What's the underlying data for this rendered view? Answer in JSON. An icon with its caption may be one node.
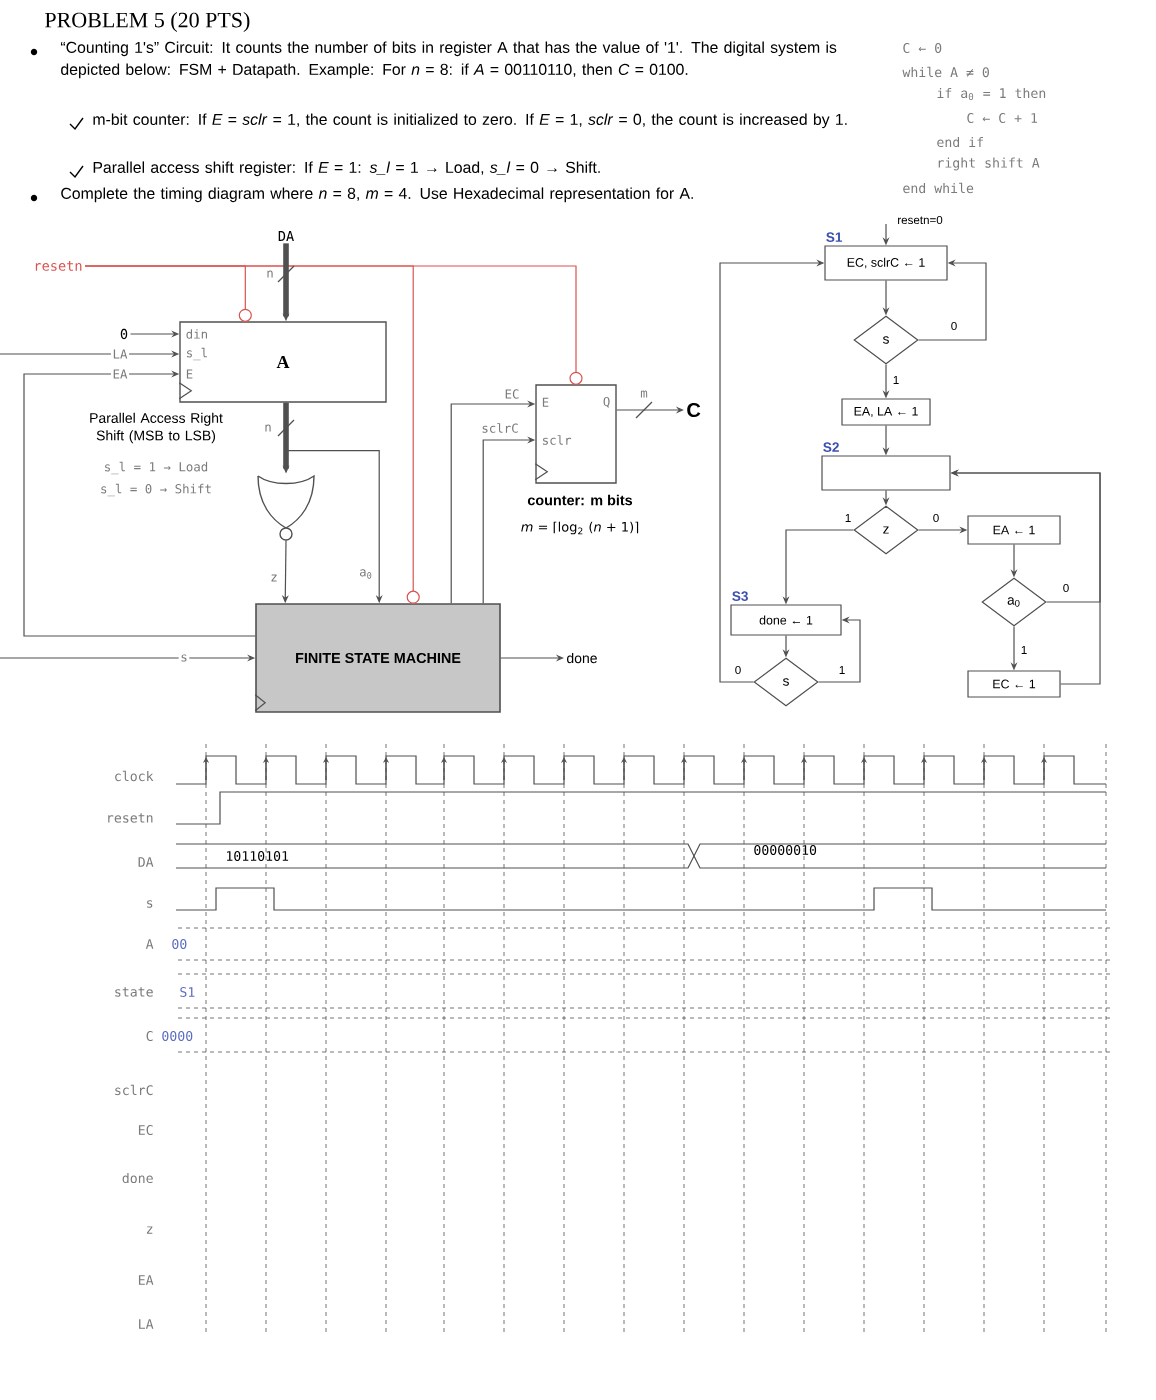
{
  "diagram": {
    "title": "PROBLEM 5 (20 PTS)",
    "nodes": [
      {
        "text": [
          "din",
          "s_l",
          "E",
          "A"
        ],
        "beside": [
          "Parallel Access Right Shift (MSB to LSB)",
          "s_l = 1 → Load",
          "s_l = 0 → Shift"
        ]
      },
      {
        "text": [
          "0"
        ]
      },
      {
        "text": [
          "resetn"
        ]
      },
      {
        "text": [
          "DA"
        ]
      },
      {
        "text": [],
        "shape": "gate"
      },
      {
        "text": [
          "E",
          "Q",
          "sclr"
        ],
        "beside": [
          "counter: m bits",
          "*m* = ⌈log$_{2}$ (*n* + 1)⌉"
        ]
      },
      {
        "text": [
          "C"
        ]
      },
      {
        "text": [
          "FINITE STATE MACHINE"
        ]
      },
      {
        "text": [
          "done"
        ]
      },
      {
        "text": [
          "S1",
          "EC, sclrC ← 1"
        ]
      },
      {
        "text": [
          "s"
        ]
      },
      {
        "text": [
          "EA, LA ← 1"
        ]
      },
      {
        "text": [
          "S2"
        ]
      },
      {
        "text": [
          "z"
        ]
      },
      {
        "text": [
          "EA ← 1"
        ]
      },
      {
        "text": [
          "a$_{0}$"
        ]
      },
      {
        "text": [
          "EC ← 1"
        ]
      },
      {
        "text": [
          "S3",
          "done ← 1"
        ]
      },
      {
        "text": [
          "s"
        ]
      }
    ],
    "edges": [
      {
        "from": 2,
        "to": 0,
        "arrow": "none",
        "color": "#d9534f"
      },
      {
        "from": 2,
        "to": 5,
        "arrow": "none",
        "color": "#d9534f"
      },
      {
        "from": 2,
        "to": 7,
        "arrow": "none",
        "color": "#d9534f"
      },
      {
        "from": 3,
        "to": 0,
        "arrow": "to",
        "label": "n",
        "style": "thick"
      },
      {
        "from": 1,
        "to": 0,
        "arrow": "to"
      },
      {
        "from": null,
        "to": 0,
        "arrow": "to",
        "label": "LA"
      },
      {
        "from": 7,
        "to": 0,
        "arrow": "to",
        "label": "EA"
      },
      {
        "from": 0,
        "to": 4,
        "arrow": "to",
        "label": "n",
        "style": "thick"
      },
      {
        "from": 0,
        "to": 7,
        "arrow": "to",
        "label": "a$_{0}$"
      },
      {
        "from": 4,
        "to": 7,
        "arrow": "to",
        "label": "z"
      },
      {
        "from": 7,
        "to": 5,
        "arrow": "to",
        "label": "EC"
      },
      {
        "from": 7,
        "to": 5,
        "arrow": "to",
        "label": "sclrC"
      },
      {
        "from": 5,
        "to": 6,
        "arrow": "to",
        "label": "m"
      },
      {
        "from": 7,
        "to": 8,
        "arrow": "to"
      },
      {
        "from": null,
        "to": 7,
        "arrow": "to",
        "label": "s"
      },
      {
        "from": null,
        "to": 9,
        "arrow": "to",
        "label": "resetn=0"
      },
      {
        "from": 9,
        "to": 10,
        "arrow": "to"
      },
      {
        "from": 10,
        "to": 9,
        "arrow": "to",
        "label": "0"
      },
      {
        "from": 10,
        "to": 11,
        "arrow": "to",
        "label": "1"
      },
      {
        "from": 11,
        "to": 12,
        "arrow": "to"
      },
      {
        "from": 12,
        "to": 13,
        "arrow": "to"
      },
      {
        "from": 13,
        "to": 17,
        "arrow": "to",
        "label": "1"
      },
      {
        "from": 13,
        "to": 14,
        "arrow": "to",
        "label": "0"
      },
      {
        "from": 14,
        "to": 15,
        "arrow": "to"
      },
      {
        "from": 15,
        "to": 12,
        "arrow": "to",
        "label": "0"
      },
      {
        "from": 15,
        "to": 16,
        "arrow": "to",
        "label": "1"
      },
      {
        "from": 16,
        "to": 12,
        "arrow": "to"
      },
      {
        "from": 17,
        "to": 18,
        "arrow": "to"
      },
      {
        "from": 18,
        "to": 17,
        "arrow": "to",
        "label": "1"
      },
      {
        "from": 18,
        "to": 9,
        "arrow": "to",
        "label": "0"
      }
    ],
    "labels": [
      "“Counting 1's” Circuit: It counts the number of bits in register A that has the value of '1'. The digital system is depicted below: FSM + Datapath. Example: For *n* = 8: if *A* = 00110110, then *C* = 0100.",
      "m-bit counter: If *E* = *sclr* = 1, the count is initialized to zero. If *E* = 1, *sclr* = 0, the count is increased by 1.",
      "Parallel access shift register: If *E* = 1: *s_l* = 1 → Load, *s_l* = 0 → Shift.",
      "Complete the timing diagram where *n* = 8, *m* = 4. Use Hexadecimal representation for A.",
      "C ← 0",
      "while A ≠ 0",
      "if a$_{0}$ = 1 then",
      "C ← C + 1",
      "end if",
      "right shift A",
      "end while",
      "clock",
      "resetn",
      "DA",
      "10110101",
      "00000010",
      "s",
      "A",
      "00",
      "state",
      "S1",
      "C",
      "0000",
      "sclrC",
      "EC",
      "done",
      "z",
      "EA",
      "LA"
    ]
  }
}
